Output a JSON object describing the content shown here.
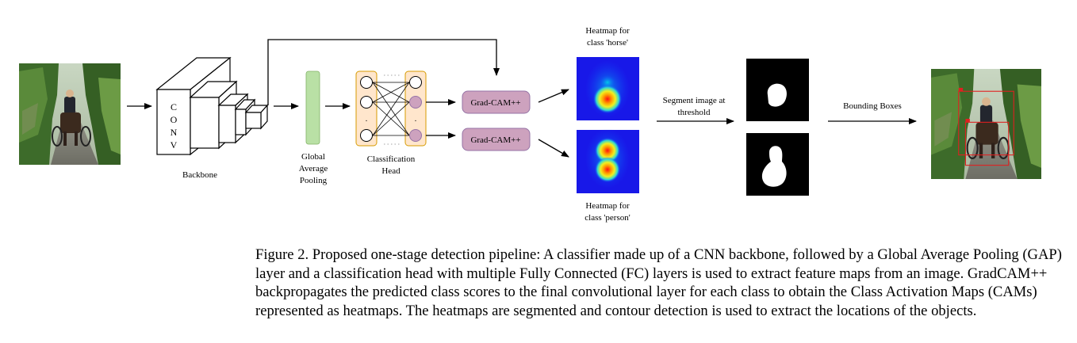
{
  "diagram": {
    "backbone_conv_letters": [
      "C",
      "O",
      "N",
      "V"
    ],
    "backbone_label": "Backbone",
    "gap_label": [
      "Global",
      "Average",
      "Pooling"
    ],
    "head_label": [
      "Classification",
      "Head"
    ],
    "gradcam_labels": [
      "Grad-CAM++",
      "Grad-CAM++"
    ],
    "heatmap_top_label": [
      "Heatmap for",
      "class 'horse'"
    ],
    "heatmap_bottom_label": [
      "Heatmap for",
      "class 'person'"
    ],
    "segment_label": [
      "Segment image at",
      "threshold"
    ],
    "bbox_label": "Bounding Boxes",
    "colors": {
      "gap_fill": "#b9e0a5",
      "head_fill": "#ffe6cc",
      "head_stroke": "#d79b00",
      "node_purple": "#cda2be",
      "gradcam_fill": "#cda2be",
      "gradcam_stroke": "#9673a6",
      "bbox_red": "#e02020"
    }
  },
  "caption": [
    "Figure 2. Proposed one-stage detection pipeline: A classifier made up of a CNN backbone, followed by a Global Average Pooling (GAP)",
    "layer and a classification head with multiple Fully Connected (FC) layers is used to extract feature maps from an image. GradCAM++",
    "backpropagates the predicted class scores to the final convolutional layer for each class to obtain the Class Activation Maps (CAMs)",
    "represented as heatmaps. The heatmaps are segmented and contour detection is used to extract the locations of the objects."
  ]
}
